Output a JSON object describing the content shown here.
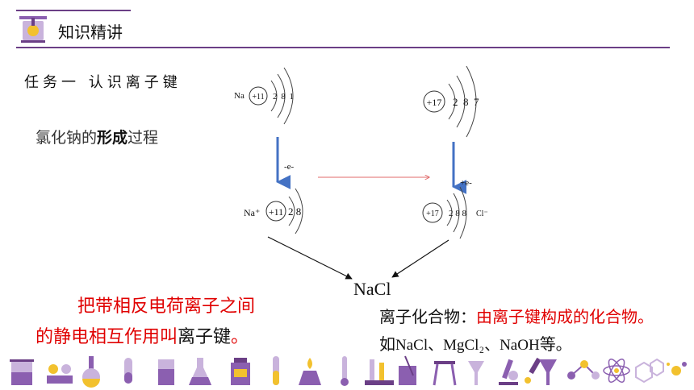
{
  "header": {
    "title": "知识精讲"
  },
  "task": {
    "title": "任务一  认识离子键"
  },
  "subtitle": {
    "prefix": "氯化钠的",
    "bold": "形成",
    "suffix": "过程"
  },
  "atoms": {
    "na": {
      "symbol": "Na",
      "nucleus": "+11",
      "shells": "2 8 1"
    },
    "cl": {
      "nucleus": "+17",
      "shells": "2  8  7"
    },
    "na_ion": {
      "symbol": "Na⁺",
      "nucleus": "+11",
      "shells": "2 8"
    },
    "cl_ion": {
      "nucleus": "+17",
      "shells": "2 8 8",
      "symbol": "Cl⁻"
    }
  },
  "arrows": {
    "lose": "-e-",
    "gain": "+e-"
  },
  "product": "NaCl",
  "left_definition": {
    "line1": "把带相反电荷离子之间",
    "line2_red": "的静电相互作用叫",
    "line2_black": "离子键",
    "line2_end": "。"
  },
  "right_definition": {
    "label": "离子化合物：",
    "definition": "由离子键构成的化合物。",
    "examples_prefix": "如",
    "examples": "NaCl、MgCl₂、NaOH",
    "examples_suffix": "等。"
  },
  "colors": {
    "accent": "#6b3f86",
    "red": "#e00000",
    "arrow_blue": "#4472c4",
    "footer_purple": "#8b5fb0",
    "footer_yellow": "#f2c12e"
  },
  "footer_icon_names": [
    "beaker",
    "flask-rack",
    "round-flask",
    "test-tube",
    "beaker-small",
    "erlenmeyer",
    "jar",
    "test-tube-thin",
    "alcohol-lamp",
    "thermometer",
    "test-tube-rack",
    "beaker-stir",
    "tripod",
    "funnel-stand",
    "microscope",
    "dropper",
    "funnel",
    "molecule",
    "atom",
    "benzene",
    "burst"
  ]
}
